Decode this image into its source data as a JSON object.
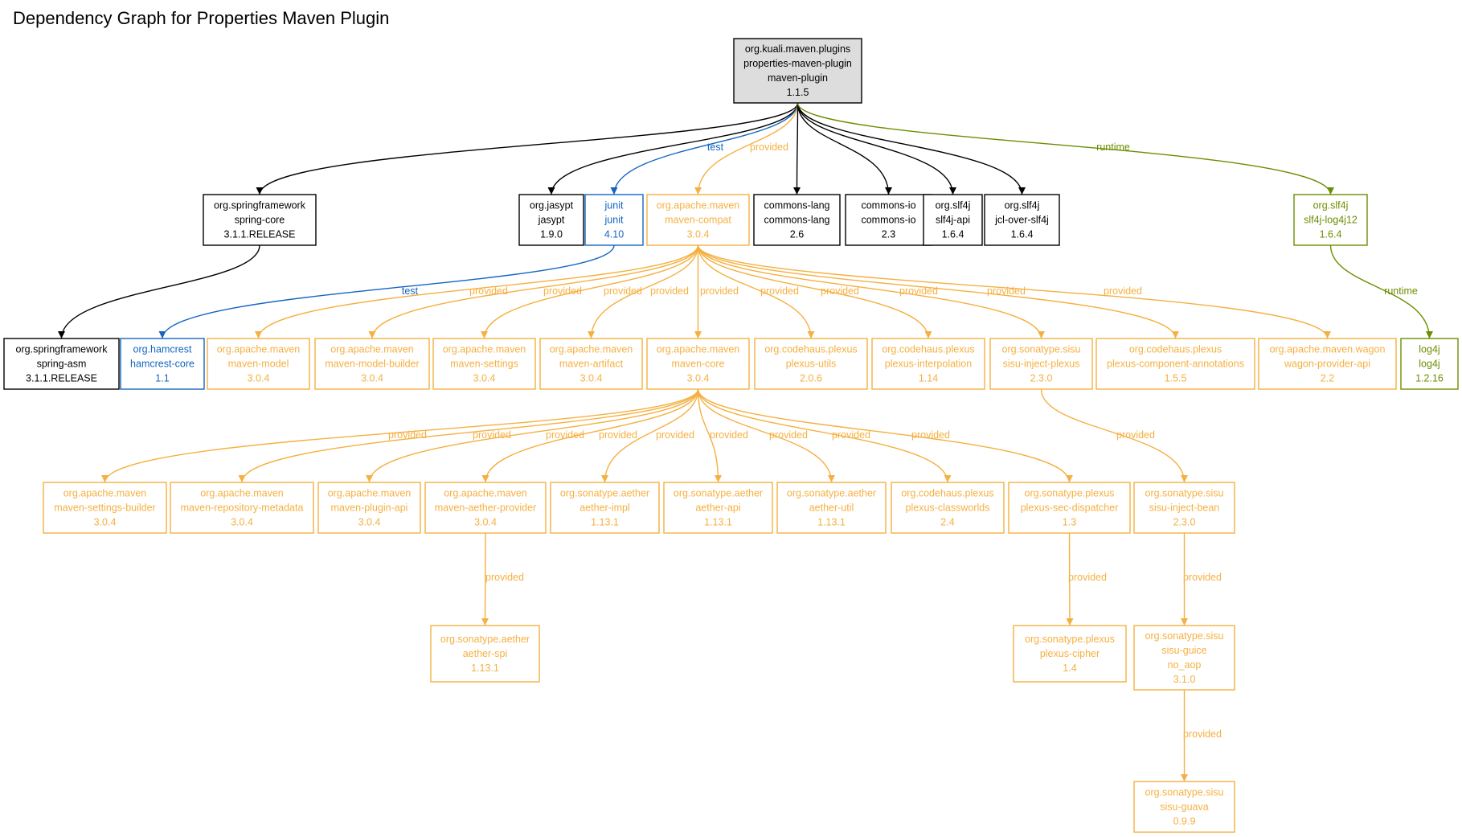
{
  "title": "Dependency Graph for Properties Maven Plugin",
  "colors": {
    "compile": "#000000",
    "test": "#1565c0",
    "provided": "#f5b041",
    "runtime": "#6b8e00",
    "root_fill": "#dddddd"
  },
  "nodes": [
    {
      "id": "root",
      "scope": "compile",
      "root": true,
      "lines": [
        "org.kuali.maven.plugins",
        "properties-maven-plugin",
        "maven-plugin",
        "1.1.5"
      ]
    },
    {
      "id": "spring-core",
      "scope": "compile",
      "lines": [
        "org.springframework",
        "spring-core",
        "3.1.1.RELEASE"
      ]
    },
    {
      "id": "jasypt",
      "scope": "compile",
      "lines": [
        "org.jasypt",
        "jasypt",
        "1.9.0"
      ]
    },
    {
      "id": "junit",
      "scope": "test",
      "lines": [
        "junit",
        "junit",
        "4.10"
      ]
    },
    {
      "id": "maven-compat",
      "scope": "provided",
      "lines": [
        "org.apache.maven",
        "maven-compat",
        "3.0.4"
      ]
    },
    {
      "id": "commons-lang",
      "scope": "compile",
      "lines": [
        "commons-lang",
        "commons-lang",
        "2.6"
      ]
    },
    {
      "id": "commons-io",
      "scope": "compile",
      "lines": [
        "commons-io",
        "commons-io",
        "2.3"
      ]
    },
    {
      "id": "slf4j-api",
      "scope": "compile",
      "lines": [
        "org.slf4j",
        "slf4j-api",
        "1.6.4"
      ]
    },
    {
      "id": "jcl-over-slf4j",
      "scope": "compile",
      "lines": [
        "org.slf4j",
        "jcl-over-slf4j",
        "1.6.4"
      ]
    },
    {
      "id": "slf4j-log4j12",
      "scope": "runtime",
      "lines": [
        "org.slf4j",
        "slf4j-log4j12",
        "1.6.4"
      ]
    },
    {
      "id": "spring-asm",
      "scope": "compile",
      "lines": [
        "org.springframework",
        "spring-asm",
        "3.1.1.RELEASE"
      ]
    },
    {
      "id": "hamcrest-core",
      "scope": "test",
      "lines": [
        "org.hamcrest",
        "hamcrest-core",
        "1.1"
      ]
    },
    {
      "id": "maven-model",
      "scope": "provided",
      "lines": [
        "org.apache.maven",
        "maven-model",
        "3.0.4"
      ]
    },
    {
      "id": "maven-model-builder",
      "scope": "provided",
      "lines": [
        "org.apache.maven",
        "maven-model-builder",
        "3.0.4"
      ]
    },
    {
      "id": "maven-settings",
      "scope": "provided",
      "lines": [
        "org.apache.maven",
        "maven-settings",
        "3.0.4"
      ]
    },
    {
      "id": "maven-artifact",
      "scope": "provided",
      "lines": [
        "org.apache.maven",
        "maven-artifact",
        "3.0.4"
      ]
    },
    {
      "id": "maven-core",
      "scope": "provided",
      "lines": [
        "org.apache.maven",
        "maven-core",
        "3.0.4"
      ]
    },
    {
      "id": "plexus-utils",
      "scope": "provided",
      "lines": [
        "org.codehaus.plexus",
        "plexus-utils",
        "2.0.6"
      ]
    },
    {
      "id": "plexus-interpolation",
      "scope": "provided",
      "lines": [
        "org.codehaus.plexus",
        "plexus-interpolation",
        "1.14"
      ]
    },
    {
      "id": "sisu-inject-plexus",
      "scope": "provided",
      "lines": [
        "org.sonatype.sisu",
        "sisu-inject-plexus",
        "2.3.0"
      ]
    },
    {
      "id": "plexus-component-annotations",
      "scope": "provided",
      "lines": [
        "org.codehaus.plexus",
        "plexus-component-annotations",
        "1.5.5"
      ]
    },
    {
      "id": "wagon-provider-api",
      "scope": "provided",
      "lines": [
        "org.apache.maven.wagon",
        "wagon-provider-api",
        "2.2"
      ]
    },
    {
      "id": "log4j",
      "scope": "runtime",
      "lines": [
        "log4j",
        "log4j",
        "1.2.16"
      ]
    },
    {
      "id": "maven-settings-builder",
      "scope": "provided",
      "lines": [
        "org.apache.maven",
        "maven-settings-builder",
        "3.0.4"
      ]
    },
    {
      "id": "maven-repository-metadata",
      "scope": "provided",
      "lines": [
        "org.apache.maven",
        "maven-repository-metadata",
        "3.0.4"
      ]
    },
    {
      "id": "maven-plugin-api",
      "scope": "provided",
      "lines": [
        "org.apache.maven",
        "maven-plugin-api",
        "3.0.4"
      ]
    },
    {
      "id": "maven-aether-provider",
      "scope": "provided",
      "lines": [
        "org.apache.maven",
        "maven-aether-provider",
        "3.0.4"
      ]
    },
    {
      "id": "aether-impl",
      "scope": "provided",
      "lines": [
        "org.sonatype.aether",
        "aether-impl",
        "1.13.1"
      ]
    },
    {
      "id": "aether-api",
      "scope": "provided",
      "lines": [
        "org.sonatype.aether",
        "aether-api",
        "1.13.1"
      ]
    },
    {
      "id": "aether-util",
      "scope": "provided",
      "lines": [
        "org.sonatype.aether",
        "aether-util",
        "1.13.1"
      ]
    },
    {
      "id": "plexus-classworlds",
      "scope": "provided",
      "lines": [
        "org.codehaus.plexus",
        "plexus-classworlds",
        "2.4"
      ]
    },
    {
      "id": "plexus-sec-dispatcher",
      "scope": "provided",
      "lines": [
        "org.sonatype.plexus",
        "plexus-sec-dispatcher",
        "1.3"
      ]
    },
    {
      "id": "sisu-inject-bean",
      "scope": "provided",
      "lines": [
        "org.sonatype.sisu",
        "sisu-inject-bean",
        "2.3.0"
      ]
    },
    {
      "id": "aether-spi",
      "scope": "provided",
      "lines": [
        "org.sonatype.aether",
        "aether-spi",
        "1.13.1"
      ]
    },
    {
      "id": "plexus-cipher",
      "scope": "provided",
      "lines": [
        "org.sonatype.plexus",
        "plexus-cipher",
        "1.4"
      ]
    },
    {
      "id": "sisu-guice",
      "scope": "provided",
      "lines": [
        "org.sonatype.sisu",
        "sisu-guice",
        "no_aop",
        "3.1.0"
      ]
    },
    {
      "id": "sisu-guava",
      "scope": "provided",
      "lines": [
        "org.sonatype.sisu",
        "sisu-guava",
        "0.9.9"
      ]
    }
  ],
  "edges": [
    {
      "from": "root",
      "to": "spring-core",
      "scope": "compile",
      "label": ""
    },
    {
      "from": "root",
      "to": "jasypt",
      "scope": "compile",
      "label": ""
    },
    {
      "from": "root",
      "to": "junit",
      "scope": "test",
      "label": "test"
    },
    {
      "from": "root",
      "to": "maven-compat",
      "scope": "provided",
      "label": "provided"
    },
    {
      "from": "root",
      "to": "commons-lang",
      "scope": "compile",
      "label": ""
    },
    {
      "from": "root",
      "to": "commons-io",
      "scope": "compile",
      "label": ""
    },
    {
      "from": "root",
      "to": "slf4j-api",
      "scope": "compile",
      "label": ""
    },
    {
      "from": "root",
      "to": "jcl-over-slf4j",
      "scope": "compile",
      "label": ""
    },
    {
      "from": "root",
      "to": "slf4j-log4j12",
      "scope": "runtime",
      "label": "runtime"
    },
    {
      "from": "spring-core",
      "to": "spring-asm",
      "scope": "compile",
      "label": ""
    },
    {
      "from": "junit",
      "to": "hamcrest-core",
      "scope": "test",
      "label": "test"
    },
    {
      "from": "maven-compat",
      "to": "maven-model",
      "scope": "provided",
      "label": "provided"
    },
    {
      "from": "maven-compat",
      "to": "maven-model-builder",
      "scope": "provided",
      "label": "provided"
    },
    {
      "from": "maven-compat",
      "to": "maven-settings",
      "scope": "provided",
      "label": "provided"
    },
    {
      "from": "maven-compat",
      "to": "maven-artifact",
      "scope": "provided",
      "label": "provided"
    },
    {
      "from": "maven-compat",
      "to": "maven-core",
      "scope": "provided",
      "label": "provided"
    },
    {
      "from": "maven-compat",
      "to": "plexus-utils",
      "scope": "provided",
      "label": "provided"
    },
    {
      "from": "maven-compat",
      "to": "plexus-interpolation",
      "scope": "provided",
      "label": "provided"
    },
    {
      "from": "maven-compat",
      "to": "sisu-inject-plexus",
      "scope": "provided",
      "label": "provided"
    },
    {
      "from": "maven-compat",
      "to": "plexus-component-annotations",
      "scope": "provided",
      "label": "provided"
    },
    {
      "from": "maven-compat",
      "to": "wagon-provider-api",
      "scope": "provided",
      "label": "provided"
    },
    {
      "from": "slf4j-log4j12",
      "to": "log4j",
      "scope": "runtime",
      "label": "runtime"
    },
    {
      "from": "maven-core",
      "to": "maven-settings-builder",
      "scope": "provided",
      "label": "provided"
    },
    {
      "from": "maven-core",
      "to": "maven-repository-metadata",
      "scope": "provided",
      "label": "provided"
    },
    {
      "from": "maven-core",
      "to": "maven-plugin-api",
      "scope": "provided",
      "label": "provided"
    },
    {
      "from": "maven-core",
      "to": "maven-aether-provider",
      "scope": "provided",
      "label": "provided"
    },
    {
      "from": "maven-core",
      "to": "aether-impl",
      "scope": "provided",
      "label": "provided"
    },
    {
      "from": "maven-core",
      "to": "aether-api",
      "scope": "provided",
      "label": "provided"
    },
    {
      "from": "maven-core",
      "to": "aether-util",
      "scope": "provided",
      "label": "provided"
    },
    {
      "from": "maven-core",
      "to": "plexus-classworlds",
      "scope": "provided",
      "label": "provided"
    },
    {
      "from": "maven-core",
      "to": "plexus-sec-dispatcher",
      "scope": "provided",
      "label": "provided"
    },
    {
      "from": "sisu-inject-plexus",
      "to": "sisu-inject-bean",
      "scope": "provided",
      "label": "provided"
    },
    {
      "from": "maven-aether-provider",
      "to": "aether-spi",
      "scope": "provided",
      "label": "provided"
    },
    {
      "from": "plexus-sec-dispatcher",
      "to": "plexus-cipher",
      "scope": "provided",
      "label": "provided"
    },
    {
      "from": "sisu-inject-bean",
      "to": "sisu-guice",
      "scope": "provided",
      "label": "provided"
    },
    {
      "from": "sisu-guice",
      "to": "sisu-guava",
      "scope": "provided",
      "label": "provided"
    }
  ]
}
